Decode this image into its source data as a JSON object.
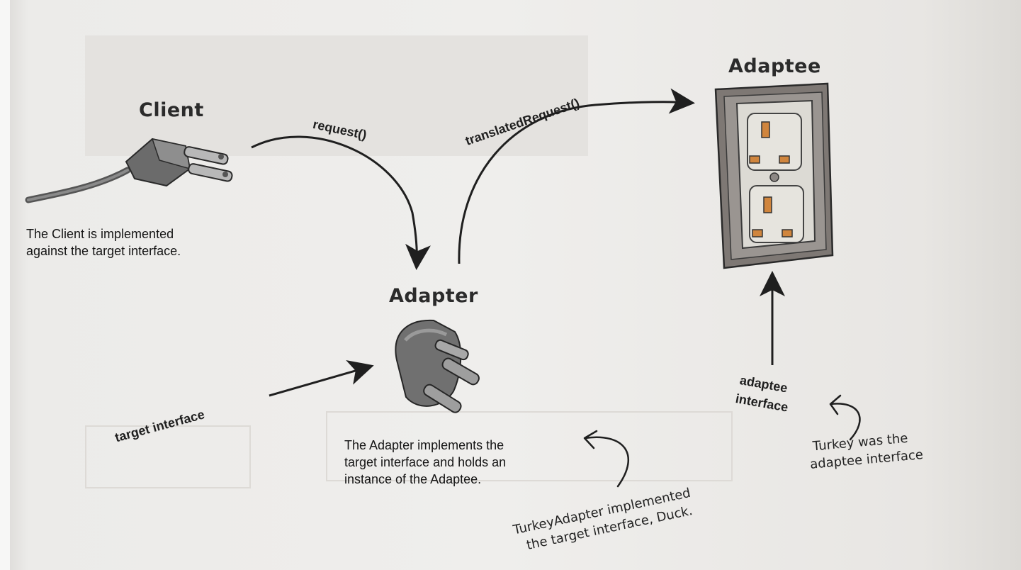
{
  "diagram": {
    "client_title": "Client",
    "adapter_title": "Adapter",
    "adaptee_title": "Adaptee",
    "request_label": "request()",
    "translated_label": "translatedRequest()",
    "target_interface_label": "target interface",
    "adaptee_interface_line1": "adaptee",
    "adaptee_interface_line2": "interface",
    "client_note_line1": "The Client is implemented",
    "client_note_line2": "against the target interface.",
    "adapter_note_line1": "The Adapter implements the",
    "adapter_note_line2": "target interface and holds an",
    "adapter_note_line3": "instance of the Adaptee.",
    "turkey_note_line1": "Turkey was the",
    "turkey_note_line2": "adaptee interface",
    "turkeyadapter_note_line1": "TurkeyAdapter implemented",
    "turkeyadapter_note_line2": "the target interface, Duck."
  },
  "colors": {
    "ink": "#1f1f1f",
    "plug_gray": "#6f6f6f",
    "outlet_frame": "#8c8784",
    "outlet_face": "#dcdad4",
    "socket_orange": "#d0853d"
  },
  "icons": [
    "plug-icon",
    "adapter-plug-icon",
    "wall-outlet-icon"
  ]
}
